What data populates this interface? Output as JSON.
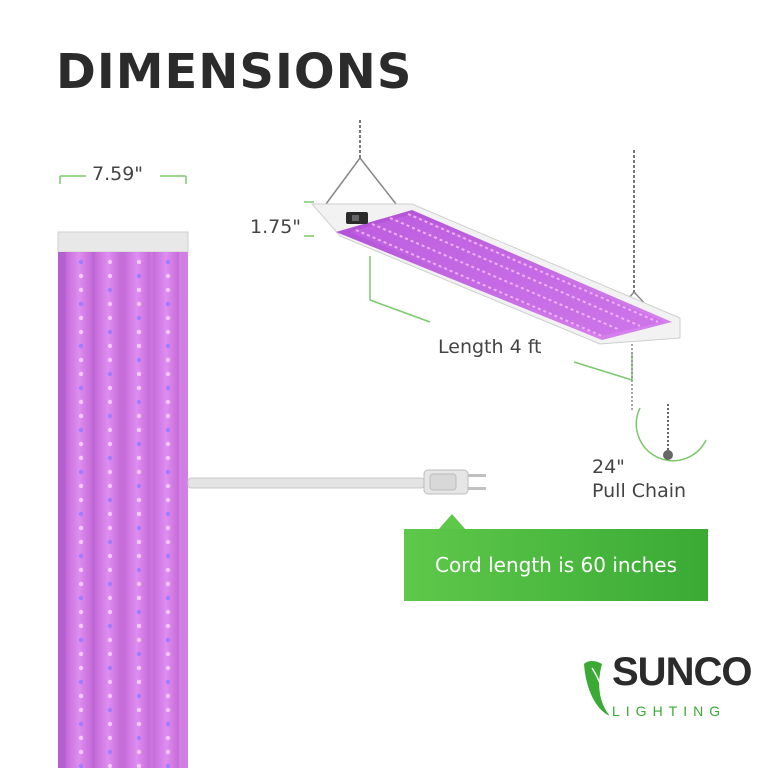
{
  "title": "DIMENSIONS",
  "dimensions": {
    "width": "7.59\"",
    "height": "1.75\"",
    "length": "Length 4 ft",
    "chain_length": "24\"",
    "chain_label": "Pull Chain"
  },
  "callout": {
    "text": "Cord length is 60 inches"
  },
  "logo": {
    "name": "SUNCO",
    "sub": "LIGHTING"
  },
  "colors": {
    "accent_green": "#3aaa35",
    "light_purple": "#c86ae0",
    "title_dark": "#2b2b2b"
  },
  "icons": [
    "leaf-icon",
    "plug-icon",
    "pull-chain-icon",
    "switch-icon"
  ]
}
